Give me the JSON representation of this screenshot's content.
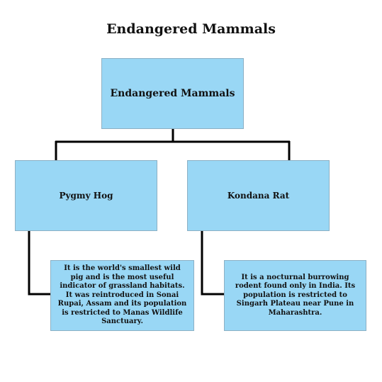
{
  "title": "Endangered Mammals",
  "root": {
    "label": "Endangered Mammals"
  },
  "children": [
    {
      "label": "Pygmy Hog",
      "description": "It is the world's smallest wild pig and is the most useful indicator of grassland habitats. It was reintroduced in Sonai Rupai, Assam and its population is restricted to Manas Wildlife Sanctuary."
    },
    {
      "label": "Kondana Rat",
      "description": "It is a nocturnal burrowing rodent found only in India. Its population is restricted to Singarh Plateau near Pune in Maharashtra."
    }
  ],
  "colors": {
    "box_fill": "#99d7f5",
    "connector": "#000000"
  }
}
